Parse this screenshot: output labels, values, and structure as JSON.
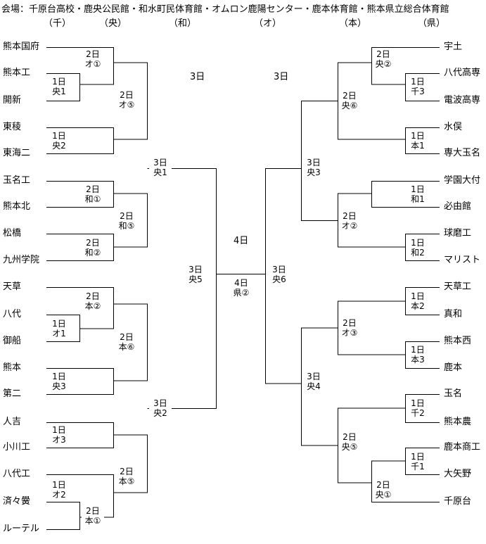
{
  "header": {
    "venues": "会場：千原台高校・鹿央公民館・和水町民体育館・オムロン鹿陽センター・鹿本体育館・熊本県立総合体育館",
    "abbreviations": [
      "（千）",
      "（央）",
      "（和）",
      "（オ）",
      "（本）",
      "（県）"
    ]
  },
  "left_teams": [
    "熊本国府",
    "熊本工",
    "開新",
    "東稜",
    "東海二",
    "玉名工",
    "熊本北",
    "松橋",
    "九州学院",
    "天草",
    "八代",
    "御船",
    "熊本",
    "第二",
    "人吉",
    "小川工",
    "八代工",
    "済々黌",
    "ルーテル"
  ],
  "right_teams": [
    "宇土",
    "八代高専",
    "電波高専",
    "水俣",
    "専大玉名",
    "学園大付",
    "必由館",
    "球磨工",
    "マリスト",
    "天草工",
    "真和",
    "熊本西",
    "鹿本",
    "玉名",
    "熊本農",
    "鹿本商工",
    "大矢野",
    "千原台"
  ],
  "match_labels": [
    {
      "day": "2日",
      "venue": "オ①"
    },
    {
      "day": "1日",
      "venue": "央1"
    },
    {
      "day": "2日",
      "venue": "オ⑤"
    },
    {
      "day": "1日",
      "venue": "央2"
    },
    {
      "day": "2日",
      "venue": "和①"
    },
    {
      "day": "2日",
      "venue": "和⑤"
    },
    {
      "day": "2日",
      "venue": "和②"
    },
    {
      "day": "3日",
      "venue": "央1"
    },
    {
      "day": "2日",
      "venue": "本②"
    },
    {
      "day": "1日",
      "venue": "オ1"
    },
    {
      "day": "2日",
      "venue": "本⑥"
    },
    {
      "day": "1日",
      "venue": "央3"
    },
    {
      "day": "1日",
      "venue": "オ3"
    },
    {
      "day": "2日",
      "venue": "本⑤"
    },
    {
      "day": "1日",
      "venue": "オ2"
    },
    {
      "day": "2日",
      "venue": "本①"
    },
    {
      "day": "3日",
      "venue": "央2"
    },
    {
      "day": "3日",
      "venue": "央5"
    },
    {
      "day": "4日",
      "venue": "県②"
    },
    {
      "day": "3日",
      "venue": "央6"
    },
    {
      "day": "2日",
      "venue": "央②"
    },
    {
      "day": "1日",
      "venue": "千3"
    },
    {
      "day": "2日",
      "venue": "央⑥"
    },
    {
      "day": "1日",
      "venue": "本1"
    },
    {
      "day": "3日",
      "venue": "央3"
    },
    {
      "day": "1日",
      "venue": "和1"
    },
    {
      "day": "2日",
      "venue": "オ②"
    },
    {
      "day": "1日",
      "venue": "和2"
    },
    {
      "day": "1日",
      "venue": "本2"
    },
    {
      "day": "2日",
      "venue": "オ③"
    },
    {
      "day": "1日",
      "venue": "本3"
    },
    {
      "day": "3日",
      "venue": "央4"
    },
    {
      "day": "1日",
      "venue": "千2"
    },
    {
      "day": "2日",
      "venue": "央⑤"
    },
    {
      "day": "1日",
      "venue": "千1"
    },
    {
      "day": "2日",
      "venue": "央①"
    }
  ],
  "day_markers": [
    "3日",
    "3日",
    "4日"
  ]
}
